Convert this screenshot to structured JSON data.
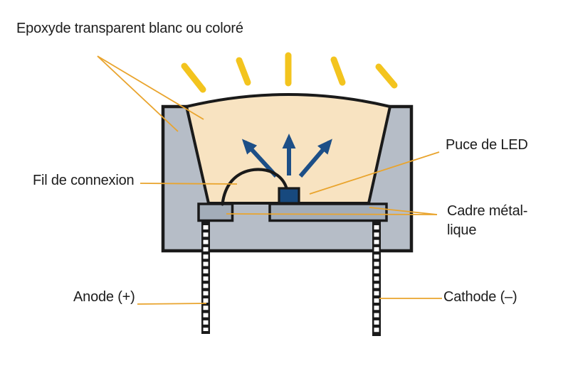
{
  "colors": {
    "background": "#ffffff",
    "body-gray": "#b6bdc7",
    "frame-gray": "#a3adb9",
    "epoxy-cream": "#f8e3c1",
    "chip-navy": "#17497e",
    "arrow-navy": "#1d4f87",
    "ray-yellow": "#f3c41e",
    "leader-orange": "#e9a42d",
    "outline-black": "#1a1a1a",
    "text-black": "#1c1c1c"
  },
  "labels": {
    "epoxy": "Epoxyde transparent blanc ou coloré",
    "chip": "Puce de LED",
    "wire": "Fil de connexion",
    "frame": {
      "lines": [
        "Cadre métal-",
        "lique"
      ]
    },
    "anode": "Anode (+)",
    "cathode": "Cathode (–)"
  }
}
